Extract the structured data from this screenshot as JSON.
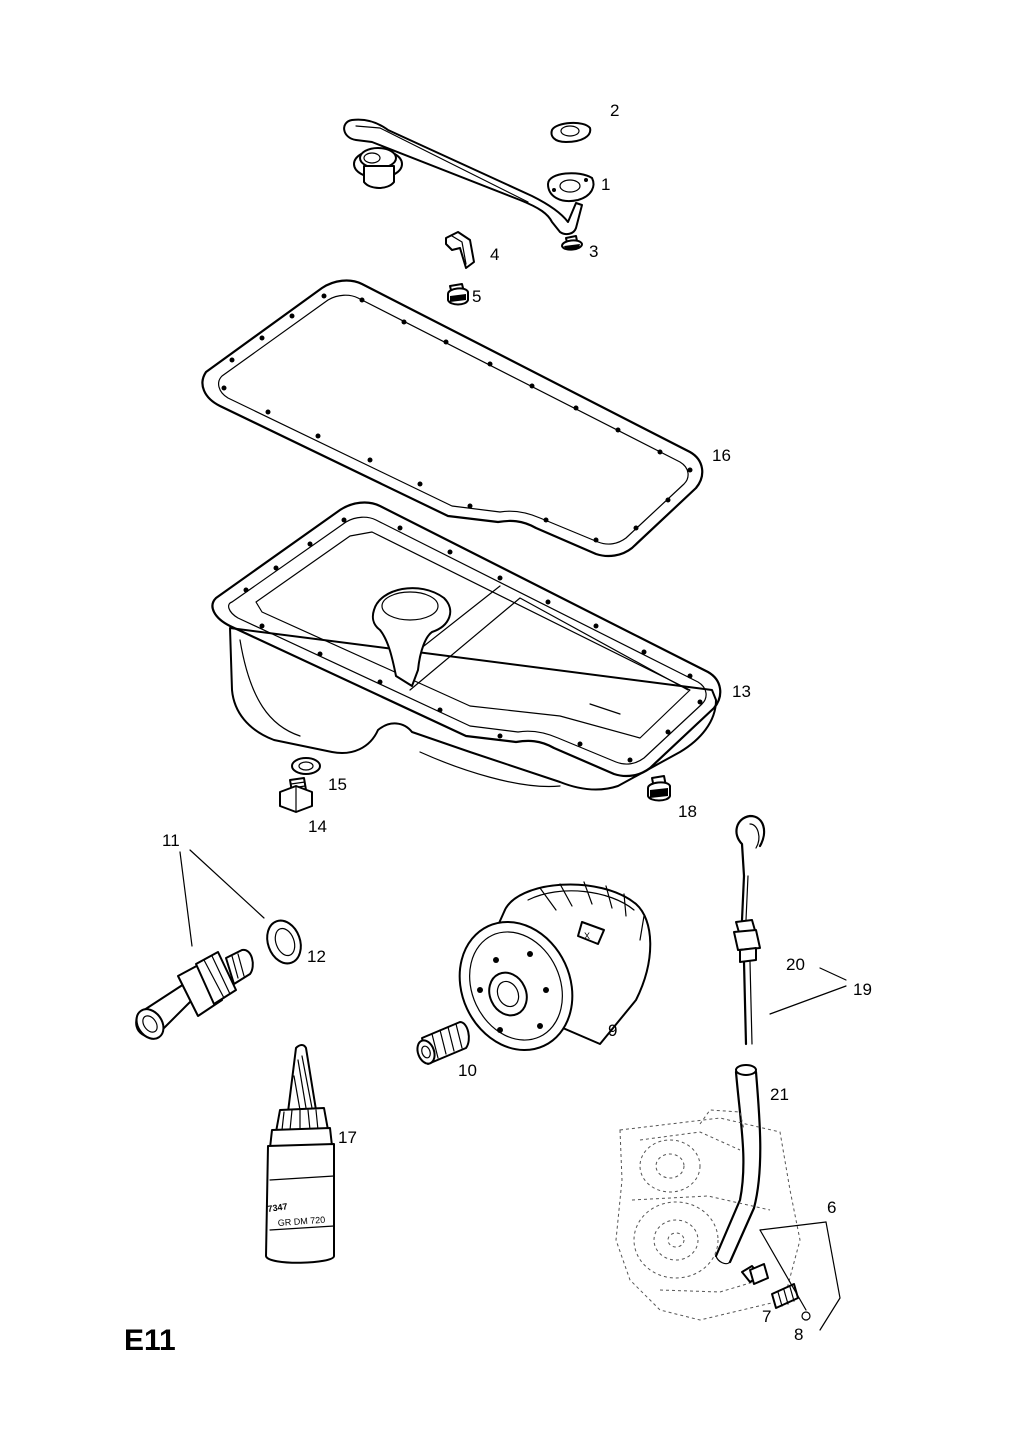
{
  "sheet_code": "E11",
  "bottle_text": {
    "code": "7347",
    "small": "GR DM 720"
  },
  "filter_mark": "X",
  "callouts": [
    {
      "id": "1",
      "text": "1"
    },
    {
      "id": "2",
      "text": "2"
    },
    {
      "id": "3",
      "text": "3"
    },
    {
      "id": "4",
      "text": "4"
    },
    {
      "id": "5",
      "text": "5"
    },
    {
      "id": "16",
      "text": "16"
    },
    {
      "id": "13",
      "text": "13"
    },
    {
      "id": "15",
      "text": "15"
    },
    {
      "id": "14",
      "text": "14"
    },
    {
      "id": "18",
      "text": "18"
    },
    {
      "id": "11",
      "text": "11"
    },
    {
      "id": "12",
      "text": "12"
    },
    {
      "id": "9",
      "text": "9"
    },
    {
      "id": "10",
      "text": "10"
    },
    {
      "id": "20",
      "text": "20"
    },
    {
      "id": "19",
      "text": "19"
    },
    {
      "id": "21",
      "text": "21"
    },
    {
      "id": "17",
      "text": "17"
    },
    {
      "id": "6",
      "text": "6"
    },
    {
      "id": "7",
      "text": "7"
    },
    {
      "id": "8",
      "text": "8"
    }
  ]
}
